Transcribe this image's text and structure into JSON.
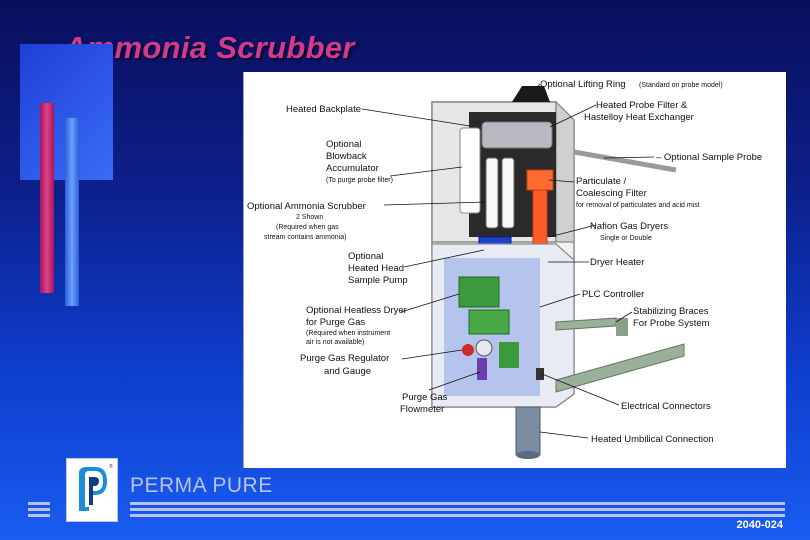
{
  "slide": {
    "title": "Ammonia Scrubber",
    "brand": "PERMA PURE",
    "doc_number": "2040-024"
  },
  "colors": {
    "title": "#d43a8a",
    "bar_magenta": "#c8286e",
    "bar_blue": "#3a7cf0",
    "accent_orange": "#ff5a2a"
  },
  "diagram": {
    "labels": {
      "optional_lifting_ring": "Optional Lifting Ring",
      "optional_lifting_ring_note": "(Standard on probe model)",
      "heated_backplate": "Heated Backplate",
      "heated_probe_filter_1": "Heated Probe Filter &",
      "heated_probe_filter_2": "Hastelloy Heat Exchanger",
      "optional_blowback_1": "Optional",
      "optional_blowback_2": "Blowback",
      "optional_blowback_3": "Accumulator",
      "optional_blowback_note": "(To purge probe filter)",
      "optional_sample_probe": "– Optional Sample Probe",
      "particulate_1": "Particulate /",
      "particulate_2": "Coalescing Filter",
      "particulate_note": "for removal of particulates and acid mist",
      "ammonia_scrubber": "Optional Ammonia Scrubber",
      "ammonia_note_1": "2 Shown",
      "ammonia_note_2": "(Required when gas",
      "ammonia_note_3": "stream contains ammonia)",
      "nafion_1": "Nafion Gas Dryers",
      "nafion_2": "Single or Double",
      "heated_head_1": "Optional",
      "heated_head_2": "Heated Head",
      "heated_head_3": "Sample Pump",
      "dryer_heater": "Dryer Heater",
      "plc_controller": "PLC Controller",
      "heatless_dryer_1": "Optional Heatless Dryer",
      "heatless_dryer_2": "for Purge Gas",
      "heatless_note_1": "(Required when instrument",
      "heatless_note_2": "air is not available)",
      "stabilizing_1": "Stabilizing Braces",
      "stabilizing_2": "For Probe System",
      "purge_regulator_1": "Purge Gas Regulator",
      "purge_regulator_2": "and Gauge",
      "purge_flowmeter_1": "Purge Gas",
      "purge_flowmeter_2": "Flowmeter",
      "electrical_connectors": "Electrical Connectors",
      "umbilical": "Heated Umbilical Connection"
    }
  }
}
